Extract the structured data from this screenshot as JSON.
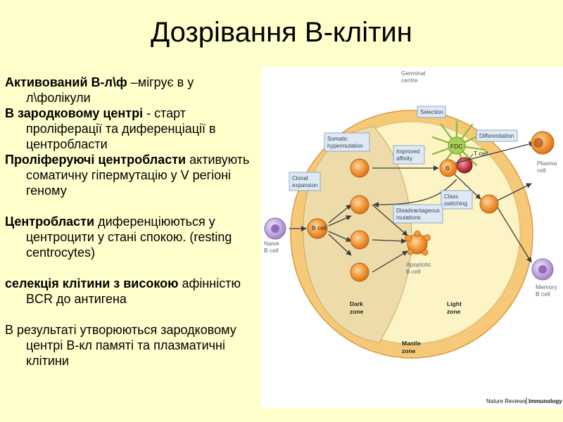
{
  "slide": {
    "title": "Дозрівання В-клітин"
  },
  "text": {
    "p1_bold": "Активований В-л\\ф",
    "p1_rest": " –мігрує в у л\\фолікули",
    "p2_bold": "В зародковому  центрі",
    "p2_rest": " - старт проліферації та диференціації в центробласти",
    "p3_bold": "Проліферуючі  центробласти",
    "p3_rest": " активують соматичну гіпермутацію у  V регіоні геному",
    "p4_bold": "Центробласти",
    "p4_rest": " диференціюються у центроцити у стані спокою. (resting centrocytes)",
    "p5_bold": "селекція клітини з високою",
    "p5_rest": " афінністю BCR до антигена",
    "p6": "В результаті утворюються зародковому центрі В-кл памяті  та плазматичні клітини"
  },
  "figure": {
    "germinal_centre_1": "Germinal",
    "germinal_centre_2": "centre",
    "selection": "Selection",
    "somatic_1": "Somatic",
    "somatic_2": "hypermutation",
    "improved_1": "Improved",
    "improved_2": "affinity",
    "differentiation": "Differentiation",
    "clonal_1": "Clonal",
    "clonal_2": "expansion",
    "class_1": "Class",
    "class_2": "switching",
    "disadv_1": "Disadvantageous",
    "disadv_2": "mutations",
    "fdc": "FDC",
    "t_cell": "T cell",
    "b_inner": "B",
    "b_cell_inner": "B cell",
    "naive_1": "Naive",
    "naive_2": "B cell",
    "apoptotic_1": "Apoptotic",
    "apoptotic_2": "B cell",
    "plasma_1": "Plasma",
    "plasma_2": "cell",
    "memory_1": "Memory",
    "memory_2": "B cell",
    "dark_1": "Dark",
    "dark_2": "zone",
    "light_1": "Light",
    "light_2": "zone",
    "mantle_1": "Mantle",
    "mantle_2": "zone",
    "credit_1": "Nature Reviews",
    "credit_2": "Immunology"
  },
  "colors": {
    "background": "#ffffcc",
    "mantle": "#f6c978",
    "light_zone": "#fdf4c6",
    "dark_zone": "#eddcaa",
    "cell_orange": "#f08a28",
    "naive_cell": "#b89ad0",
    "memory_cell": "#a896c8",
    "fdc": "#a8cf58",
    "t_cell": "#c03040",
    "label_box": "#dfe9f6",
    "arrow": "#3c3c3c"
  }
}
